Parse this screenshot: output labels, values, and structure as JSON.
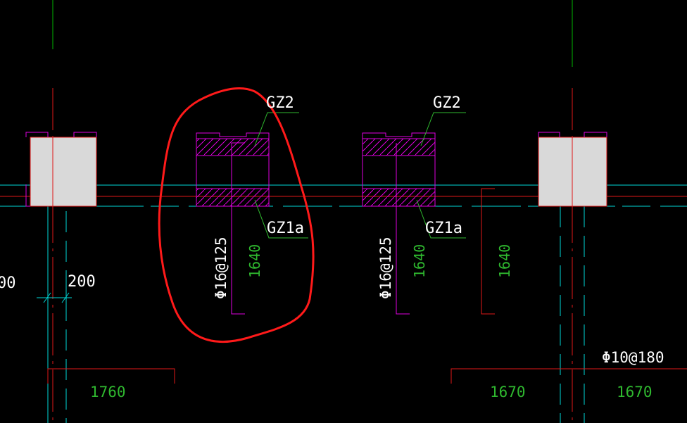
{
  "colors": {
    "background": "#000000",
    "axis_cyan": "#00d7d7",
    "axis_green": "#00b400",
    "red_line": "#e01818",
    "magenta": "#e000e0",
    "white_text": "#ffffff",
    "dim_green": "#2fb82f",
    "markup_red": "#ff1a1a",
    "column_fill": "#d9d9d9"
  },
  "labels": {
    "gz2_left": "GZ2",
    "gz2_right": "GZ2",
    "gz1a_left": "GZ1a",
    "gz1a_right": "GZ1a",
    "rebar_left": "Φ16@125",
    "rebar_right": "Φ16@125",
    "rebar_far_right": "Φ10@180"
  },
  "dimensions": {
    "left_edge": "00",
    "wall_200": "200",
    "span_left": "1640",
    "span_mid": "1640",
    "span_right": "1640",
    "bottom_left": "1760",
    "bottom_mid": "1670",
    "bottom_right": "1670"
  }
}
